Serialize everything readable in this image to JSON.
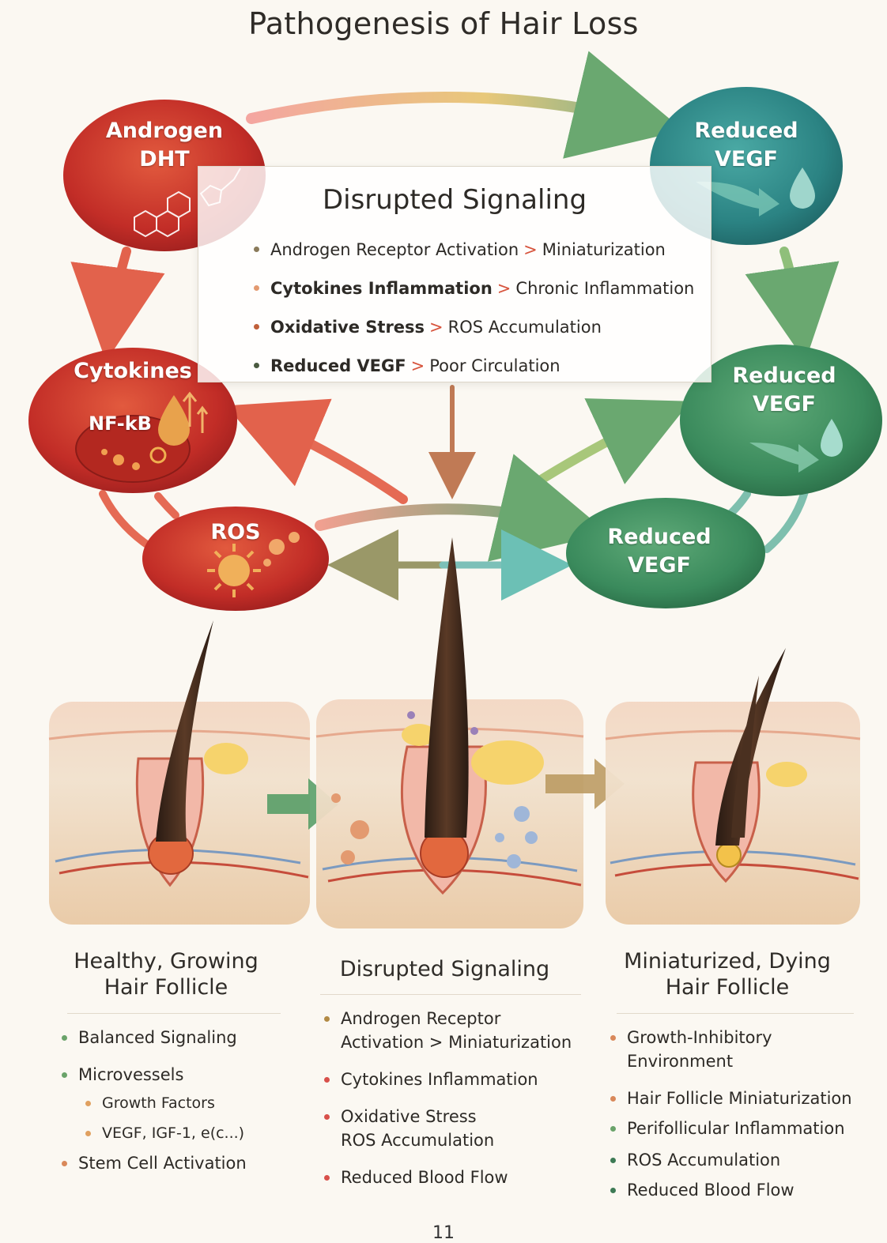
{
  "title": "Pathogenesis of Hair Loss",
  "nodes": {
    "androgen": {
      "line1": "Androgen",
      "line2": "DHT",
      "color": "#c8322a"
    },
    "vegf_top": {
      "line1": "Reduced",
      "line2": "VEGF",
      "color": "#2f8a8a"
    },
    "cytokines": {
      "label": "Cytokines",
      "badge": "NF-kB",
      "color": "#c43229"
    },
    "vegf_right": {
      "line1": "Reduced",
      "line2": "VEGF",
      "color": "#2f8a6a"
    },
    "ros": {
      "label": "ROS",
      "color": "#cc3a2d"
    },
    "vegf_bottom": {
      "line1": "Reduced",
      "line2": "VEGF",
      "color": "#3f8f58"
    }
  },
  "panel": {
    "title": "Disrupted Signaling",
    "items": [
      {
        "cause": "Androgen Receptor Activation",
        "effect": "Miniaturization"
      },
      {
        "cause": "Cytokines Inflammation",
        "effect": "Chronic Inflammation"
      },
      {
        "cause": "Oxidative Stress",
        "effect": "ROS Accumulation"
      },
      {
        "cause": "Reduced VEGF",
        "effect": "Poor Circulation"
      }
    ],
    "separator": ">"
  },
  "columns": [
    {
      "caption_line1": "Healthy, Growing",
      "caption_line2": "Hair Follicle",
      "items": [
        {
          "text": "Balanced Signaling",
          "level": 0,
          "dot": "#6aa36a"
        },
        {
          "text": "Microvessels",
          "level": 0,
          "dot": "#6aa36a"
        },
        {
          "text": "Growth Factors",
          "level": 1,
          "dot": "#e0a060"
        },
        {
          "text": "VEGF, IGF-1, e(c...)",
          "level": 1,
          "dot": "#e0a060"
        },
        {
          "text": "Stem Cell Activation",
          "level": 0,
          "dot": "#d9885a"
        }
      ]
    },
    {
      "caption_line1": "Disrupted Signaling",
      "caption_line2": "",
      "items": [
        {
          "text": "Androgen Receptor",
          "text2": "Activation > Miniaturization",
          "level": 0,
          "dot": "#b28a44"
        },
        {
          "text": "Cytokines Inflammation",
          "level": 0,
          "dot": "#d8504a"
        },
        {
          "text": "Oxidative Stress",
          "text2": "ROS Accumulation",
          "level": 0,
          "dot": "#d8504a"
        },
        {
          "text": "Reduced Blood Flow",
          "level": 0,
          "dot": "#d8504a"
        }
      ]
    },
    {
      "caption_line1": "Miniaturized, Dying",
      "caption_line2": "Hair Follicle",
      "items": [
        {
          "text": "Growth-Inhibitory",
          "text2": "Environment",
          "level": 0,
          "dot": "#d9885a"
        },
        {
          "text": "Hair Follicle Miniaturization",
          "level": 0,
          "dot": "#d9885a"
        },
        {
          "text": "Perifollicular Inflammation",
          "level": 0,
          "dot": "#6aa36a"
        },
        {
          "text": "ROS Accumulation",
          "level": 0,
          "dot": "#3d7a55"
        },
        {
          "text": "Reduced Blood Flow",
          "level": 0,
          "dot": "#3d7a55"
        }
      ]
    }
  ],
  "page_number": "11"
}
